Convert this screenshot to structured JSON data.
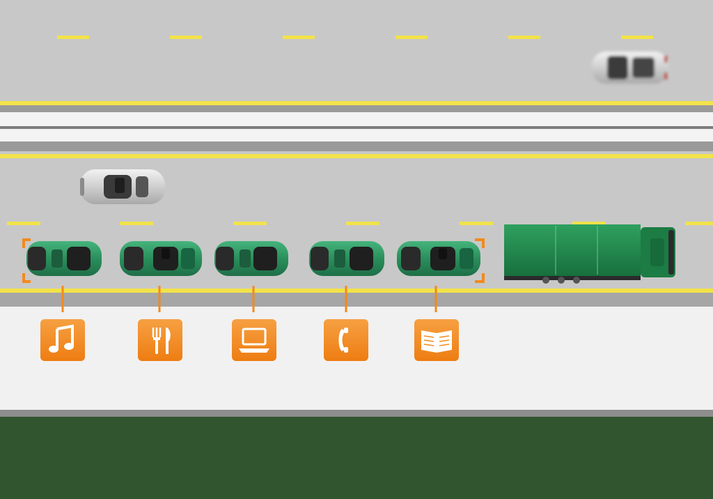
{
  "scene": {
    "description_colors": {
      "road": "#c7c7c7",
      "road_marking": "#f2e24a",
      "median_white": "#f4f4f4",
      "shoulder_white": "#f1f1f1",
      "grass": "#31552f",
      "platoon_green": "#2f9a66",
      "orange_accent": "#f28a1c"
    },
    "vehicles": {
      "upper_lane_car": {
        "kind": "silver-car"
      },
      "middle_lane_car": {
        "kind": "silver-car"
      },
      "platoon_cars": [
        {
          "kind": "green-car",
          "service_icon": "music-note-icon"
        },
        {
          "kind": "green-car",
          "service_icon": "fork-knife-icon"
        },
        {
          "kind": "green-car",
          "service_icon": "laptop-icon"
        },
        {
          "kind": "green-car",
          "service_icon": "phone-icon"
        },
        {
          "kind": "green-car",
          "service_icon": "book-icon"
        }
      ],
      "lead_truck": {
        "kind": "green-truck"
      }
    },
    "services": [
      {
        "icon": "music-note-icon"
      },
      {
        "icon": "fork-knife-icon"
      },
      {
        "icon": "laptop-icon"
      },
      {
        "icon": "phone-icon"
      },
      {
        "icon": "book-icon"
      }
    ]
  }
}
